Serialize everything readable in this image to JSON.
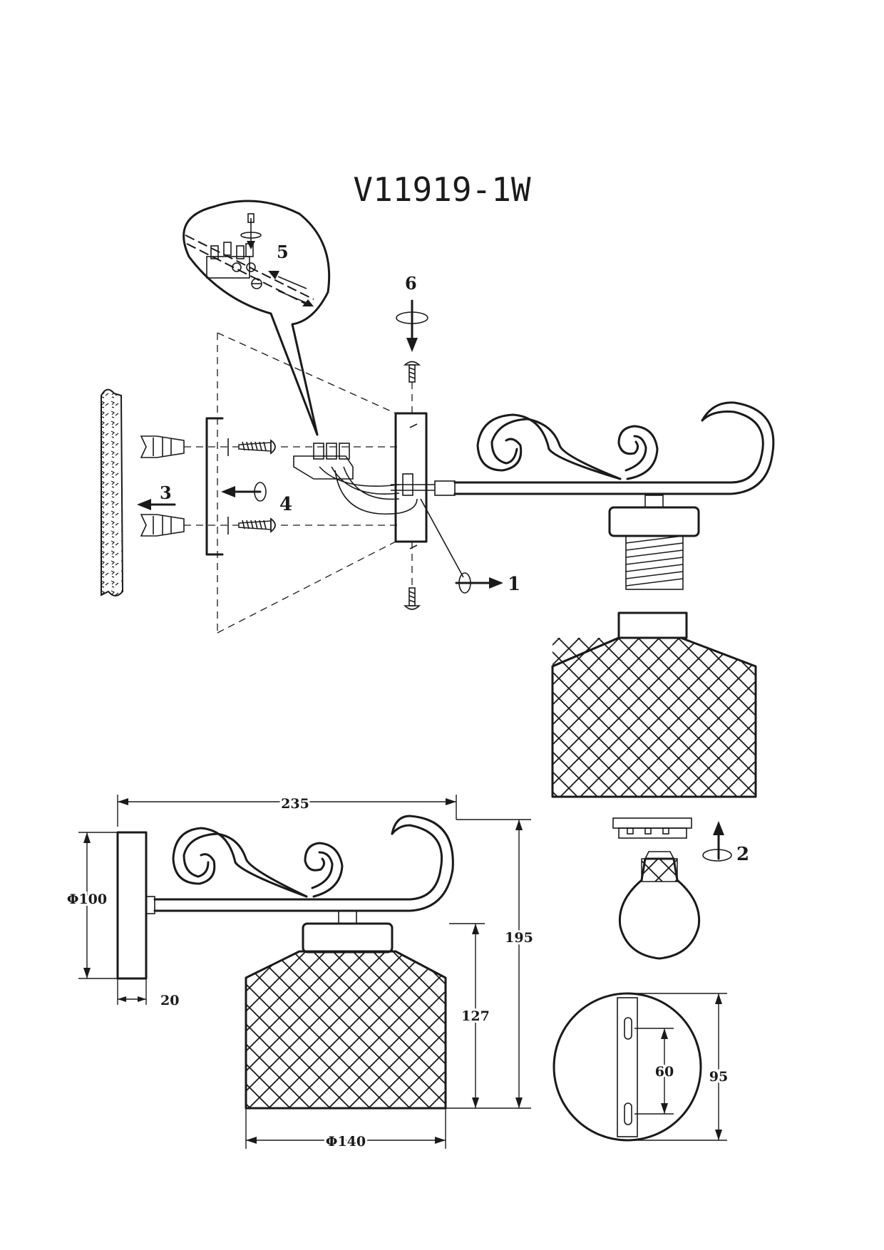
{
  "title": "V11919-1W",
  "steps": {
    "s1": "1",
    "s2": "2",
    "s3": "3",
    "s4": "4",
    "s5": "5",
    "s6": "6"
  },
  "dimensions": {
    "width": "235",
    "height": "195",
    "plate_diameter": "Φ100",
    "plate_depth": "20",
    "shade_height": "127",
    "shade_diameter": "Φ140",
    "slot_spacing": "60",
    "plate_size": "95"
  }
}
